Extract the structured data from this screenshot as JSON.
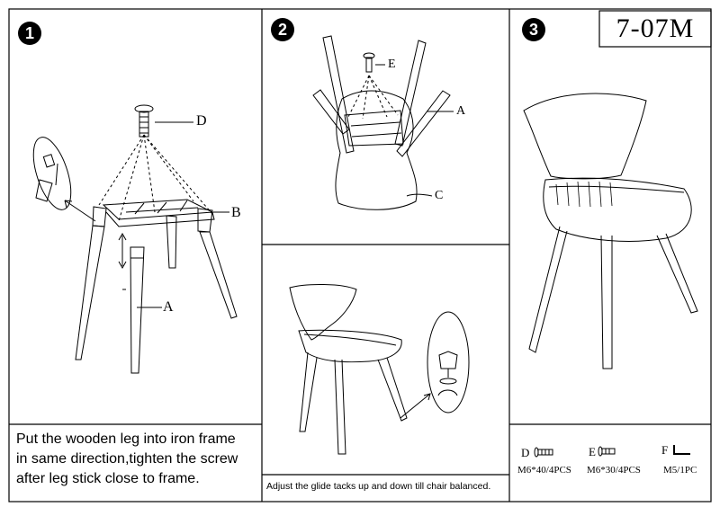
{
  "model_number": "7-07M",
  "steps": [
    {
      "number": "1",
      "caption_lines": [
        "Put the wooden leg into iron frame",
        "in same direction,tighten the screw",
        "after leg stick close to frame."
      ]
    },
    {
      "number": "2",
      "caption": "Adjust the glide tacks up and down till chair balanced."
    },
    {
      "number": "3"
    }
  ],
  "labels": {
    "step1_d": "D",
    "step1_b": "B",
    "step1_a": "A",
    "step2_e": "E",
    "step2_a": "A",
    "step2_c": "C"
  },
  "parts": [
    {
      "letter": "D",
      "spec": "M6*40/4PCS",
      "icon": "long-bolt-icon"
    },
    {
      "letter": "E",
      "spec": "M6*30/4PCS",
      "icon": "short-bolt-icon"
    },
    {
      "letter": "F",
      "spec": "M5/1PC",
      "icon": "allen-key-icon"
    }
  ]
}
